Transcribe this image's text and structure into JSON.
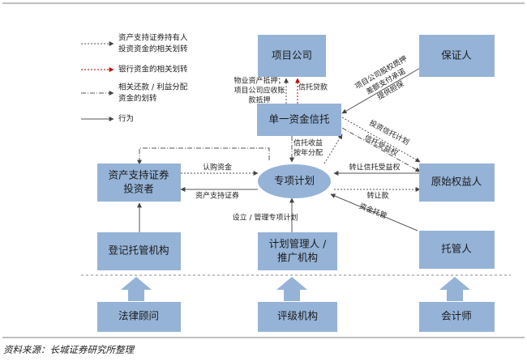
{
  "nodes": {
    "project_company": "项目公司",
    "guarantor": "保证人",
    "single_trust": "单一资金信托",
    "abs_investor_l1": "资产支持证券",
    "abs_investor_l2": "投资者",
    "spv": "专项计划",
    "original_owner": "原始权益人",
    "registry": "登记托管机构",
    "manager_l1": "计划管理人 /",
    "manager_l2": "推广机构",
    "custodian": "托管人",
    "legal": "法律顾问",
    "rating": "评级机构",
    "accountant": "会计师"
  },
  "legend": [
    {
      "line1": "资产支持证券持有人",
      "line2": "投资资金的相关划转",
      "color": "#555555"
    },
    {
      "line1": "银行资金的相关划转",
      "line2": "",
      "color": "#c00000"
    },
    {
      "line1": "相关还款 / 利益分配",
      "line2": "资金的划转",
      "color": "#555555"
    },
    {
      "line1": "行为",
      "line2": "",
      "color": "#555555"
    }
  ],
  "edges": {
    "property_pledge_1": "物业资产抵押；",
    "property_pledge_2": "项目公司应收账",
    "property_pledge_3": "款抵押",
    "trust_loan": "信托贷款",
    "guarantee_1": "项目公司股权质押",
    "guarantee_2": "差额支付承诺",
    "guarantee_3": "提供担保",
    "trust_income_1": "信托收益",
    "trust_income_2": "按年分配",
    "invest_trust_1": "投资信托计划",
    "invest_trust_2": "信托受益权",
    "subscribe": "认购资金",
    "transfer_trust_right": "转让信托受益权",
    "abs_securities": "资产支持证券",
    "transfer_payment": "转让款",
    "setup_manage": "设立 / 管理专项计划",
    "custody_funds": "资金托管"
  },
  "source": "资料来源：长城证券研究所整理"
}
